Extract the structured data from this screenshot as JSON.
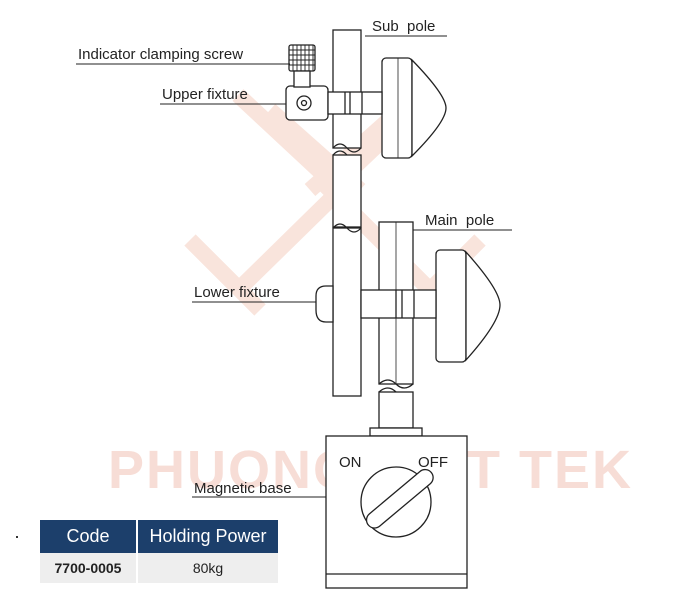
{
  "watermark": {
    "text": "PHUONG VIET TEK",
    "color": "#f7ddd6"
  },
  "diagram": {
    "labels": {
      "indicator_clamping_screw": "Indicator clamping screw",
      "upper_fixture": "Upper fixture",
      "sub_pole": "Sub  pole",
      "main_pole": "Main  pole",
      "lower_fixture": "Lower fixture",
      "magnetic_base": "Magnetic base",
      "switch_on": "ON",
      "switch_off": "OFF"
    }
  },
  "spec_table": {
    "headers": [
      "Code",
      "Holding Power"
    ],
    "rows": [
      {
        "code": "7700-0005",
        "holding_power": "80kg"
      }
    ],
    "header_color": "#1c3f6b"
  }
}
